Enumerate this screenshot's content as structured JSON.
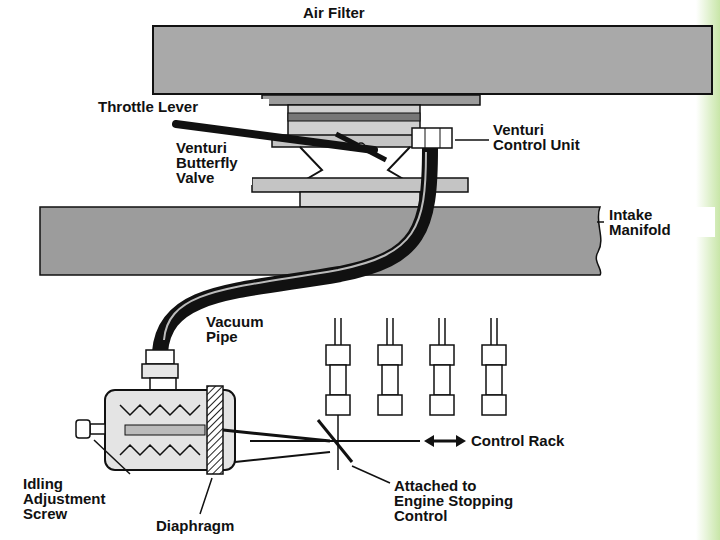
{
  "diagram": {
    "nodes": [
      {
        "text": [
          "Air Filter"
        ]
      },
      {
        "text": [
          "Intake Manifold"
        ]
      }
    ],
    "labels": [
      "Throttle Lever",
      "Venturi Butterfly Valve",
      "Venturi Control Unit",
      "Vacuum Pipe",
      "Control Rack",
      "Idling Adjustment Screw",
      "Diaphragm",
      "Attached to Engine Stopping Control"
    ]
  }
}
